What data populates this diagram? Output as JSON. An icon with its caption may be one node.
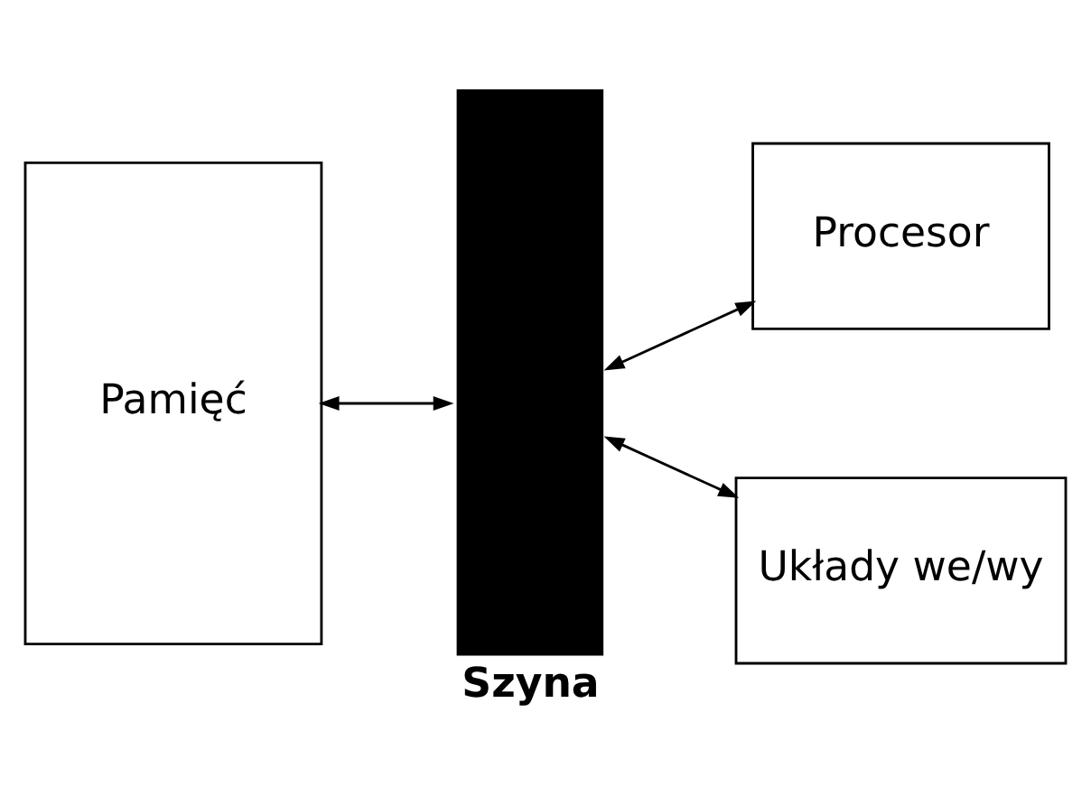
{
  "diagram": {
    "nodes": [
      {
        "text": [
          "Pamięć"
        ]
      },
      {
        "text": [
          "Szyna"
        ]
      },
      {
        "text": [
          "Procesor"
        ]
      },
      {
        "text": [
          "Układy we/wy"
        ]
      }
    ],
    "edges": [
      {
        "from": 0,
        "to": 1,
        "arrow": "both"
      },
      {
        "from": 1,
        "to": 2,
        "arrow": "both"
      },
      {
        "from": 1,
        "to": 3,
        "arrow": "both"
      }
    ]
  }
}
